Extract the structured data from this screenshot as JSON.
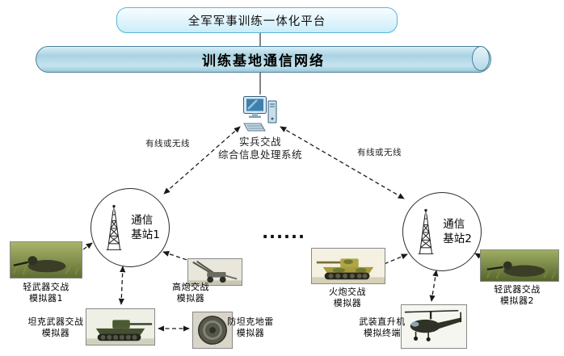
{
  "diagram": {
    "platform_title": "全军军事训练一体化平台",
    "network_title": "训练基地通信网络",
    "processing": {
      "line1": "实兵交战",
      "line2": "综合信息处理系统"
    },
    "link_left": "有线或无线",
    "link_right": "有线或无线",
    "ellipsis": "......",
    "bs1": {
      "line1": "通信",
      "line2": "基站1"
    },
    "bs2": {
      "line1": "通信",
      "line2": "基站2"
    },
    "sims": {
      "lw1": {
        "line1": "轻武器交战",
        "line2": "模拟器1"
      },
      "tank": {
        "line1": "坦克武器交战",
        "line2": "模拟器"
      },
      "aa": {
        "line1": "高炮交战",
        "line2": "模拟器"
      },
      "mine": {
        "line1": "防坦克地雷",
        "line2": "模拟器"
      },
      "arty": {
        "line1": "火炮交战",
        "line2": "模拟器"
      },
      "heli": {
        "line1": "武装直升机",
        "line2": "模拟终端"
      },
      "lw2": {
        "line1": "轻武器交战",
        "line2": "模拟器2"
      }
    },
    "colors": {
      "box_border": "#57b7d8",
      "pipe_border": "#49809b",
      "line": "#1a1a1a"
    }
  }
}
